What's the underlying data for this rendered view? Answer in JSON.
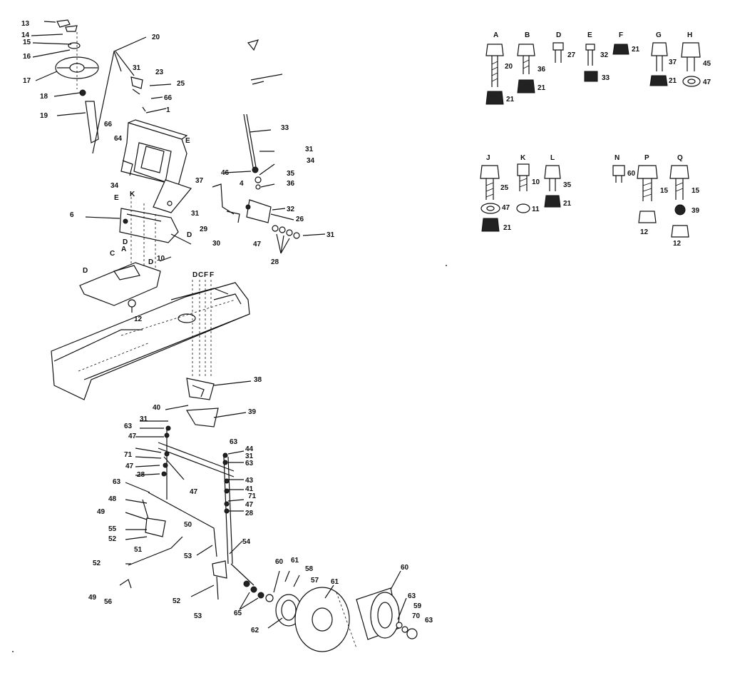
{
  "left_callouts": [
    "13",
    "14",
    "15",
    "16",
    "17",
    "18",
    "19",
    "20",
    "23",
    "25",
    "66",
    "1",
    "66",
    "6",
    "34",
    "10",
    "12",
    "33",
    "31",
    "34",
    "46",
    "35",
    "36",
    "37",
    "4",
    "32",
    "31",
    "29",
    "26",
    "30",
    "47",
    "31",
    "28",
    "38",
    "40",
    "39",
    "31",
    "63",
    "47",
    "71",
    "47",
    "28",
    "63",
    "44",
    "31",
    "63",
    "47",
    "43",
    "41",
    "71",
    "47",
    "28",
    "63",
    "48",
    "49",
    "55",
    "52",
    "50",
    "51",
    "52",
    "53",
    "54",
    "49",
    "56",
    "52",
    "53",
    "60",
    "61",
    "58",
    "57",
    "61",
    "60",
    "65",
    "62",
    "63",
    "59",
    "70",
    "63",
    "31",
    "64",
    "E",
    "E",
    "K",
    "C",
    "A",
    "D",
    "D",
    "D",
    "D",
    "D",
    "C",
    "F",
    "F",
    "F",
    "F"
  ],
  "hardware": [
    {
      "letter": "A",
      "labels": [
        "20",
        "21"
      ]
    },
    {
      "letter": "B",
      "labels": [
        "36",
        "21"
      ]
    },
    {
      "letter": "D",
      "labels": [
        "27"
      ]
    },
    {
      "letter": "E",
      "labels": [
        "32",
        "33"
      ]
    },
    {
      "letter": "F",
      "labels": [
        "21"
      ]
    },
    {
      "letter": "G",
      "labels": [
        "37",
        "21"
      ]
    },
    {
      "letter": "H",
      "labels": [
        "45",
        "47"
      ]
    },
    {
      "letter": "J",
      "labels": [
        "25",
        "47",
        "21"
      ]
    },
    {
      "letter": "K",
      "labels": [
        "10",
        "11"
      ]
    },
    {
      "letter": "L",
      "labels": [
        "35",
        "21"
      ]
    },
    {
      "letter": "N",
      "labels": [
        "60"
      ]
    },
    {
      "letter": "P",
      "labels": [
        "15",
        "12"
      ]
    },
    {
      "letter": "Q",
      "labels": [
        "15",
        "39",
        "12"
      ]
    }
  ]
}
